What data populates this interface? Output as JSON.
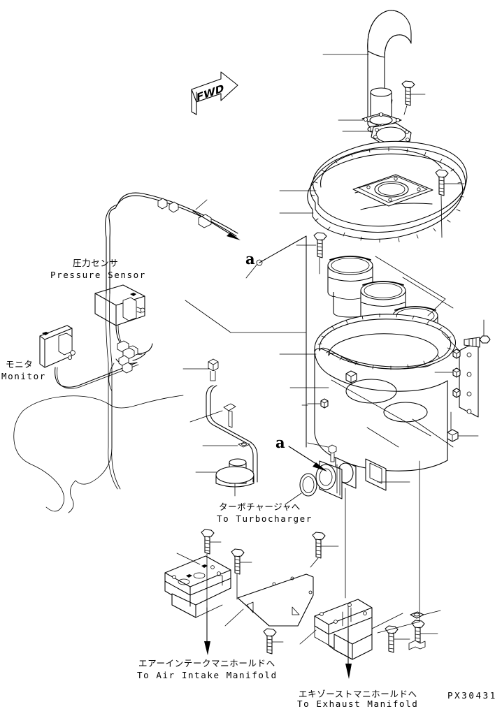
{
  "drawing": {
    "number": "PX30431",
    "title_jp": "",
    "orientation_marker": "FWD"
  },
  "labels": {
    "pressure_sensor": {
      "jp": "圧力センサ",
      "en": "Pressure Sensor"
    },
    "monitor": {
      "jp": "モニタ",
      "en": "Monitor"
    },
    "to_turbocharger": {
      "jp": "ターボチャージャへ",
      "en": "To Turbocharger"
    },
    "to_air_intake_manifold": {
      "jp": "エアーインテークマニホールドへ",
      "en": "To Air Intake Manifold"
    },
    "to_exhaust_manifold": {
      "jp": "エキゾーストマニホールドへ",
      "en": "To Exhaust Manifold"
    }
  },
  "callouts": [
    {
      "id": "a-upper",
      "text": "a"
    },
    {
      "id": "a-lower",
      "text": "a"
    }
  ],
  "components": [
    {
      "name": "exhaust-tailpipe",
      "description": "Curved exhaust tail pipe"
    },
    {
      "name": "outlet-stack",
      "description": "Cylindrical outlet stack with square gasket flange"
    },
    {
      "name": "oval-gasket",
      "description": "Oval gasket with bolt holes"
    },
    {
      "name": "muffler-top-cover",
      "description": "Oval muffler top cover with flanged rim"
    },
    {
      "name": "filter-element-1",
      "description": "Cylindrical filter element"
    },
    {
      "name": "filter-element-2",
      "description": "Cylindrical filter element"
    },
    {
      "name": "filter-element-3",
      "description": "Cylindrical filter element"
    },
    {
      "name": "muffler-body",
      "description": "Oval muffler main body tub"
    },
    {
      "name": "mounting-plate",
      "description": "Side mounting plate with bolt holes"
    },
    {
      "name": "pressure-sensor-box",
      "description": "Pressure sensor housing"
    },
    {
      "name": "monitor-box",
      "description": "Monitor display unit"
    },
    {
      "name": "sensor-hose",
      "description": "Pressure sensor hose with fittings"
    },
    {
      "name": "pressure-tube",
      "description": "Bent steel pressure tube with clamp"
    },
    {
      "name": "channel-bracket-left",
      "description": "Channel mounting bracket"
    },
    {
      "name": "heat-shield-plate",
      "description": "Flat heat shield plate"
    },
    {
      "name": "i-beam-bracket",
      "description": "I-beam mounting bracket"
    },
    {
      "name": "bolt",
      "description": "Hex head bolt"
    },
    {
      "name": "nut",
      "description": "Hex nut"
    },
    {
      "name": "washer",
      "description": "Flat washer"
    }
  ],
  "colors": {
    "line": "#000000",
    "background": "#ffffff"
  }
}
